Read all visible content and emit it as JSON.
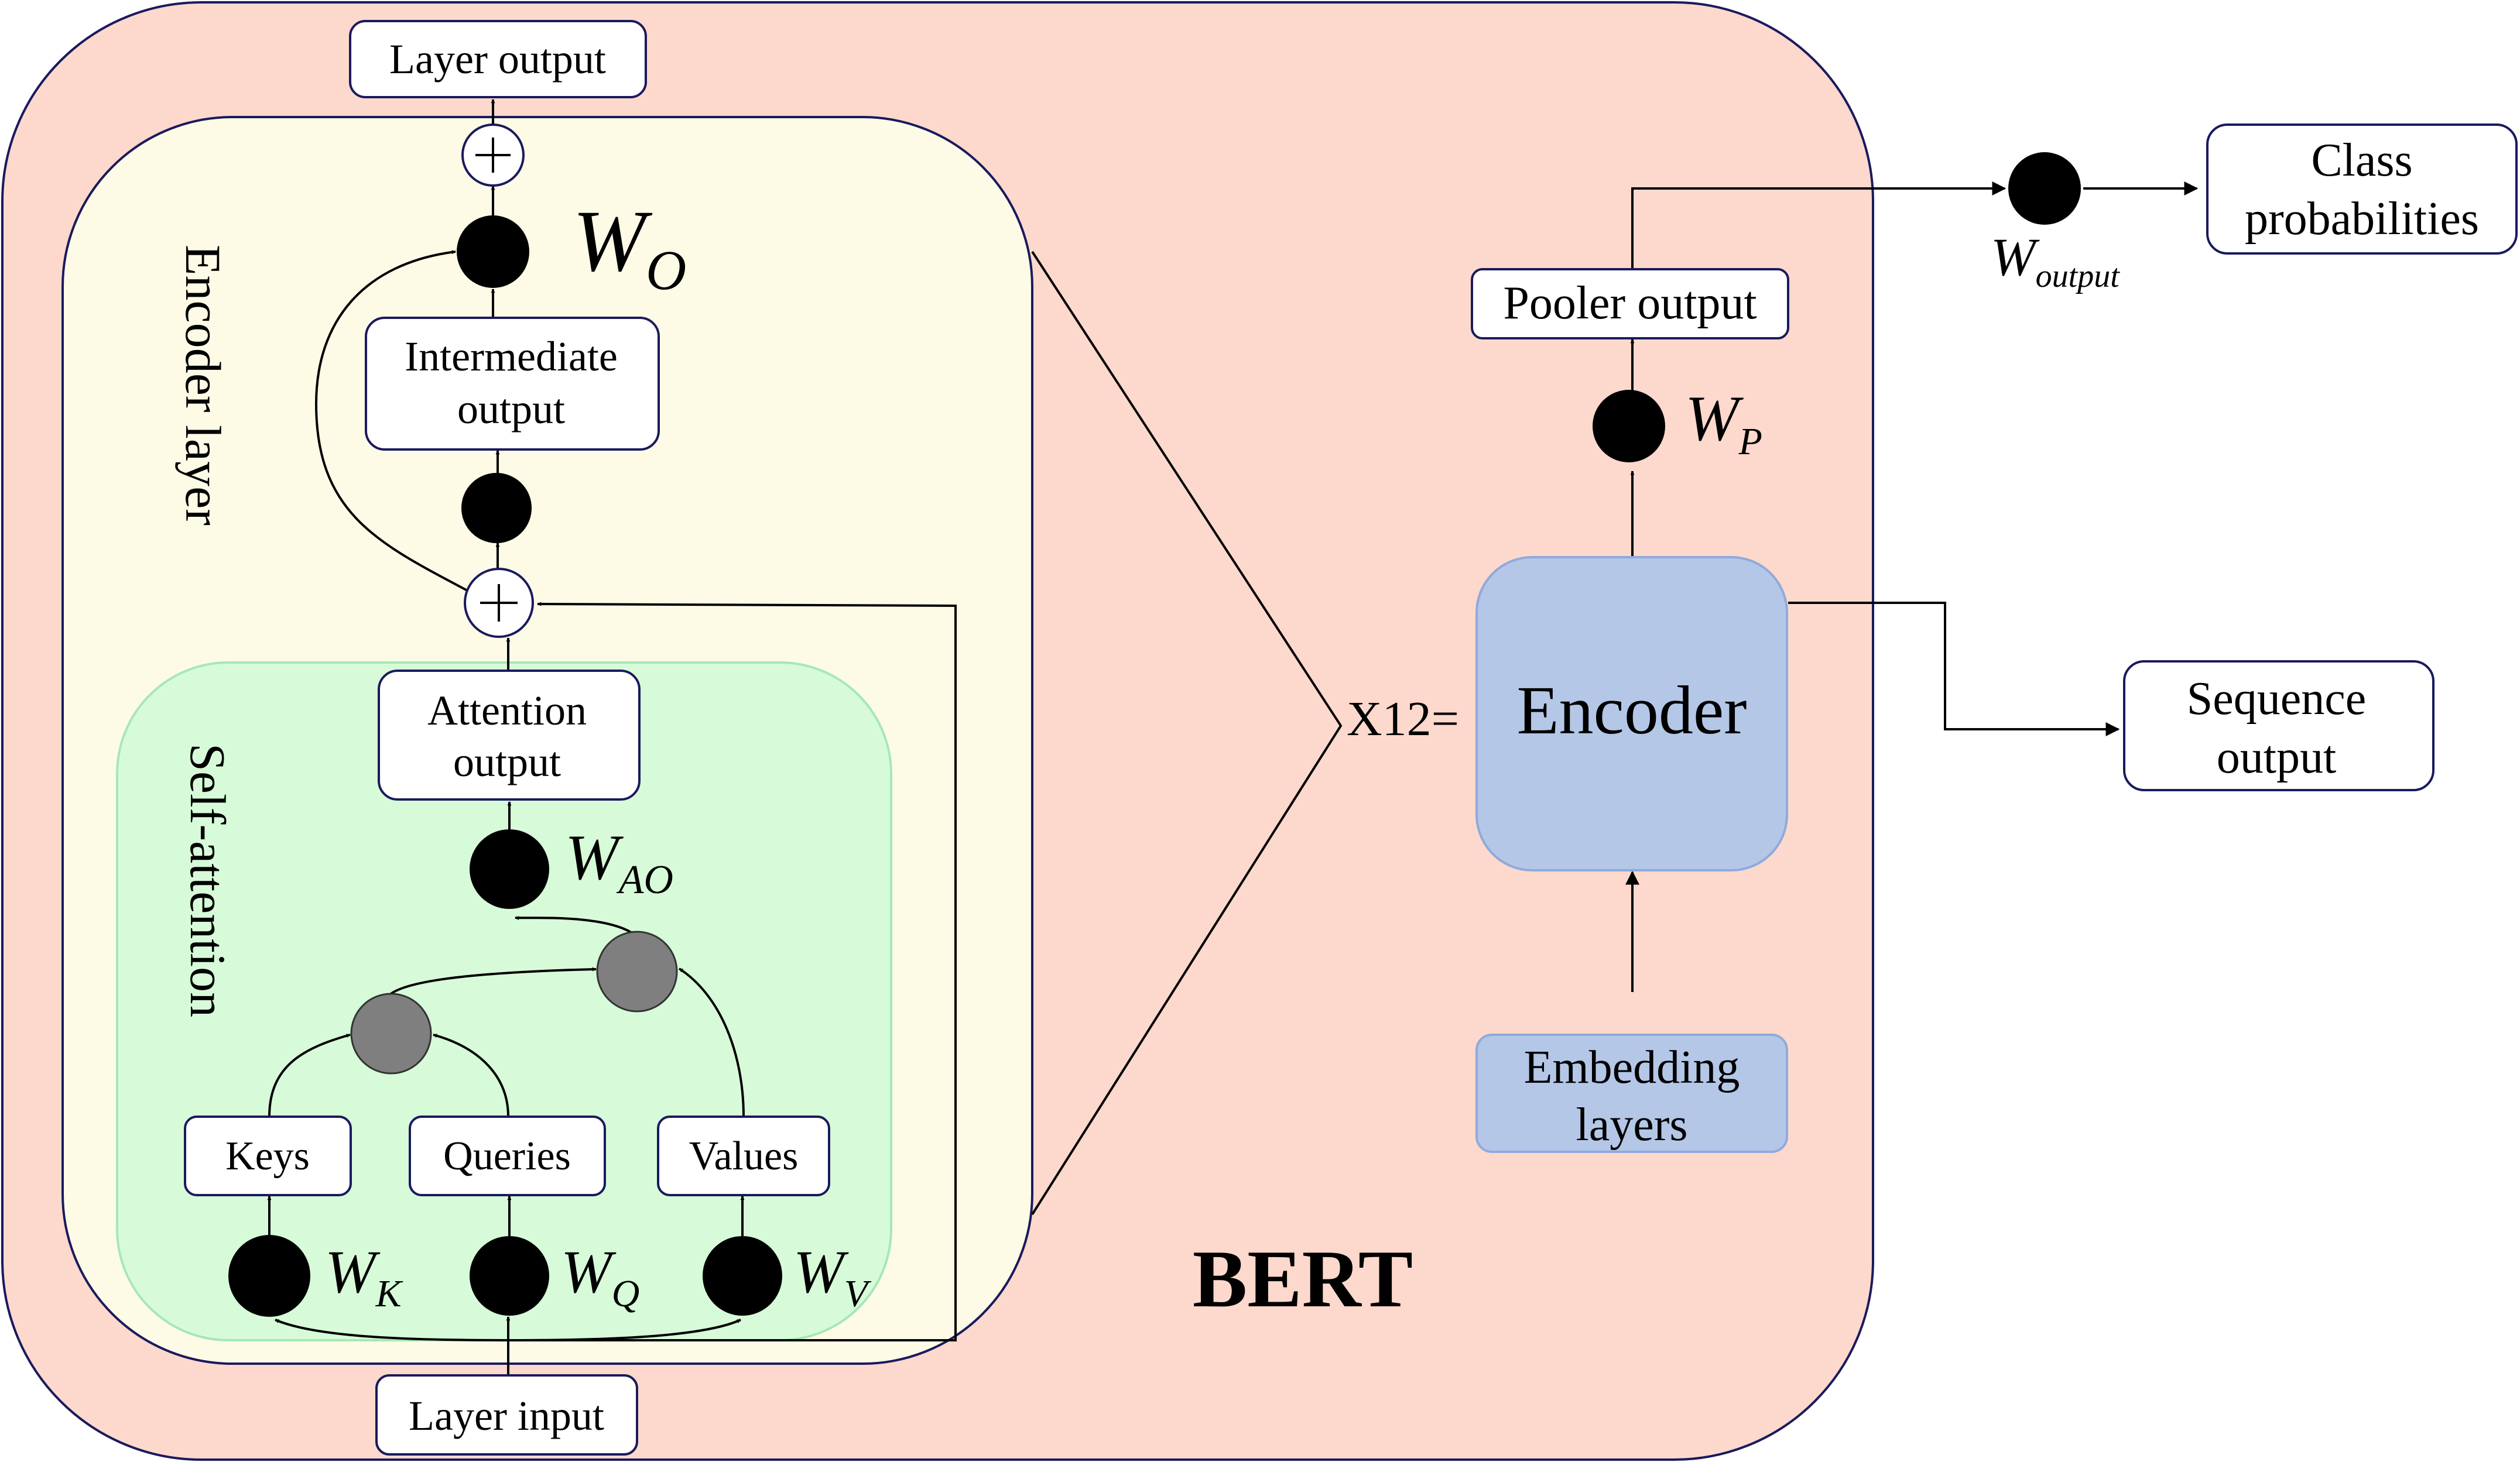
{
  "title": "BERT",
  "boxes": {
    "layer_output": "Layer output",
    "layer_input": "Layer input",
    "intermediate_output_1": "Intermediate",
    "intermediate_output_2": "output",
    "attention_output_1": "Attention",
    "attention_output_2": "output",
    "keys": "Keys",
    "queries": "Queries",
    "values": "Values",
    "pooler_output": "Pooler output",
    "class_probabilities_1": "Class",
    "class_probabilities_2": "probabilities",
    "sequence_output_1": "Sequence",
    "sequence_output_2": "output",
    "encoder": "Encoder",
    "embedding_layers_1": "Embedding",
    "embedding_layers_2": "layers"
  },
  "regions": {
    "encoder_layer": "Encoder layer",
    "self_attention": "Self-attention"
  },
  "multiplier": "X12=",
  "weights": {
    "w_o": {
      "base": "W",
      "sub": "O"
    },
    "w_ao": {
      "base": "W",
      "sub": "AO"
    },
    "w_k": {
      "base": "W",
      "sub": "K"
    },
    "w_q": {
      "base": "W",
      "sub": "Q"
    },
    "w_v": {
      "base": "W",
      "sub": "V"
    },
    "w_p": {
      "base": "W",
      "sub": "P"
    },
    "w_output": {
      "base": "W",
      "sub": "output"
    }
  },
  "colors": {
    "bert_bg": "#fcd9cc",
    "encoder_layer_bg": "#fdfbe6",
    "self_attention_bg": "#d7fbd9",
    "encoder_bg": "#b4c7e7",
    "node_black": "#000000",
    "node_gray": "#7f7f7f"
  }
}
